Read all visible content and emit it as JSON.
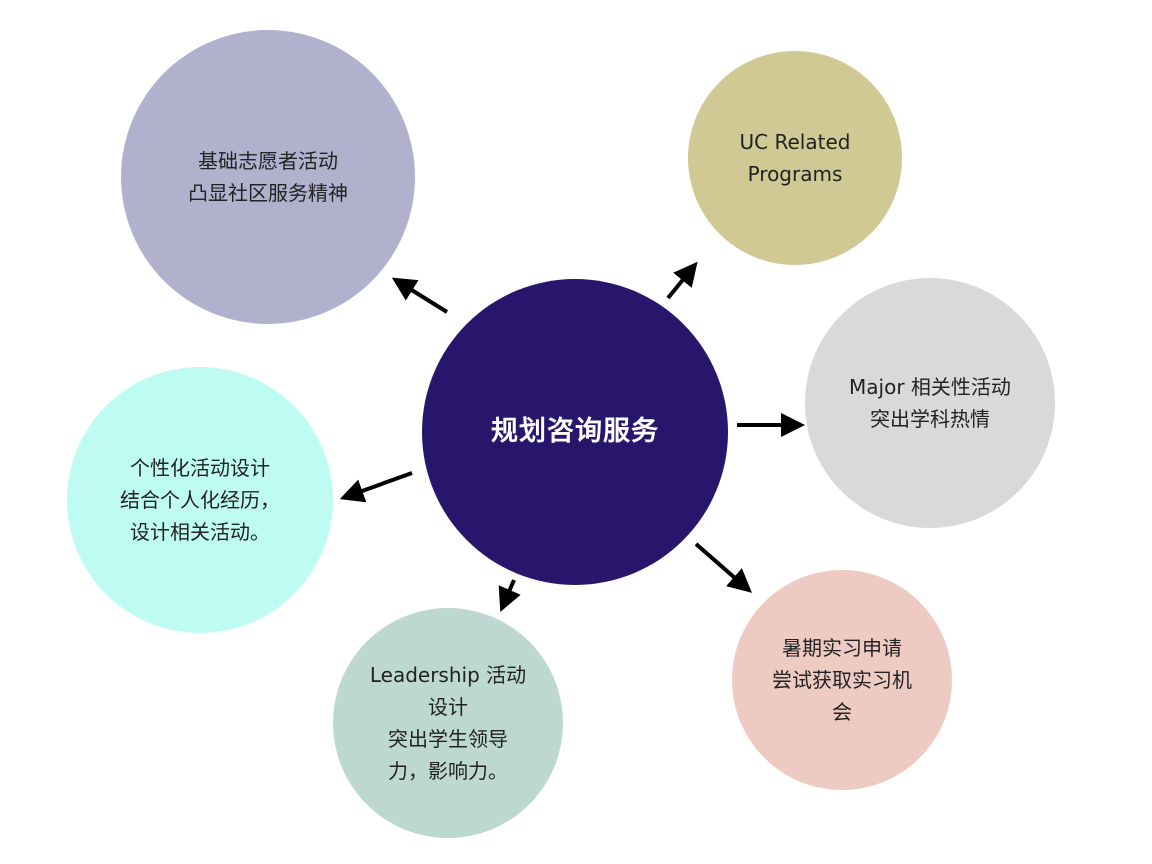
{
  "center": {
    "label": "规划咨询服务"
  },
  "nodes": {
    "volunteer": {
      "label": "基础志愿者活动\n凸显社区服务精神"
    },
    "uc": {
      "label": "UC Related\nPrograms"
    },
    "major": {
      "label": "Major 相关性活动\n突出学科热情"
    },
    "personal": {
      "label": "个性化活动设计\n结合个人化经历，\n设计相关活动。"
    },
    "leadership": {
      "label": "Leadership 活动\n设计\n突出学生领导\n力，影响力。"
    },
    "internship": {
      "label": "暑期实习申请\n尝试获取实习机\n会"
    }
  },
  "colors": {
    "center": "#27166b",
    "arrow": "#000000"
  }
}
